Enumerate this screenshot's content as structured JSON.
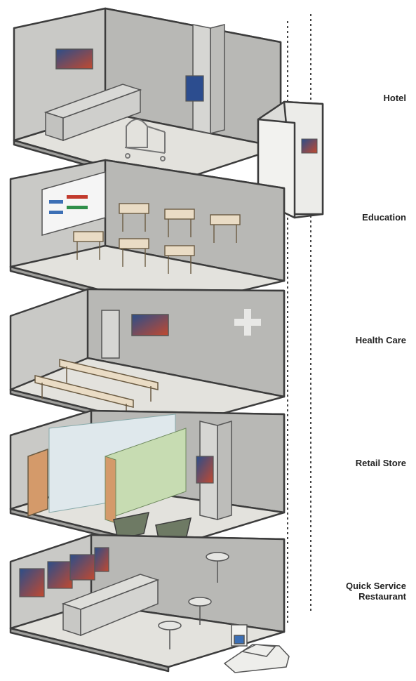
{
  "floors": [
    {
      "id": "hotel",
      "label": "Hotel"
    },
    {
      "id": "education",
      "label": "Education"
    },
    {
      "id": "health-care",
      "label": "Health Care"
    },
    {
      "id": "retail-store",
      "label": "Retail Store"
    },
    {
      "id": "quick-service-restaurant",
      "label_line1": "Quick Service",
      "label_line2": "Restaurant"
    }
  ],
  "colors": {
    "wall": "#c9c9c6",
    "wall_dark": "#9f9f9c",
    "floor": "#e3e2dd",
    "outline": "#3c3c3c",
    "furniture": "#eadcc5",
    "screen_blue": "#3c6fb5"
  }
}
